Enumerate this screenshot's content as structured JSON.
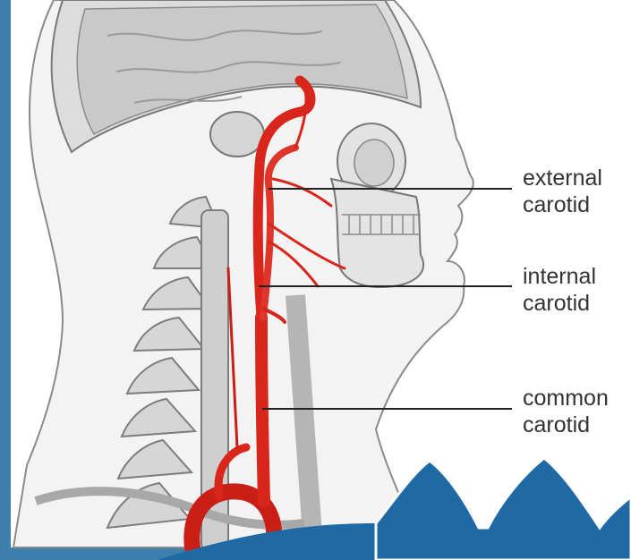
{
  "labels": {
    "external": [
      "external",
      "carotid"
    ],
    "internal": [
      "internal",
      "carotid"
    ],
    "common": [
      "common",
      "carotid"
    ]
  },
  "colors": {
    "frame": "#3f7fae",
    "panel": "#ffffff",
    "artery": "#d9261c",
    "artery_dark": "#a81812",
    "bone": "#d8d8d8",
    "skin_line": "#9a9a9a",
    "leader_line": "#222222",
    "logo_blue": "#1f6aa5"
  },
  "icons": {
    "corner_logo": "mountain-peaks-logo"
  }
}
